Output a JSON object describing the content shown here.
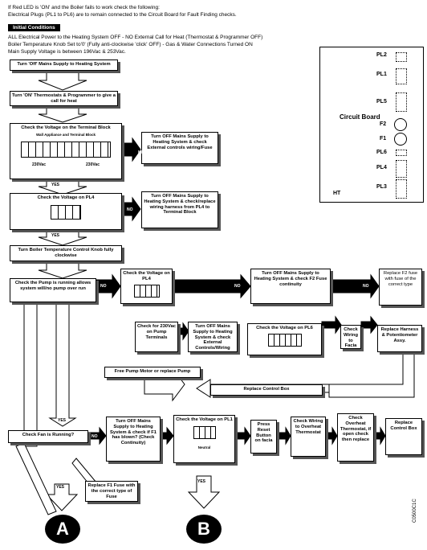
{
  "intro": {
    "line1": "If Red LED is 'ON' and the Boiler fails to work check the following:",
    "line2": "Electrical Plugs (PL1 to PL6) are to remain connected to the Circuit Board for Fault Finding checks.",
    "conditions_title": "Initial Conditions",
    "cond1": "ALL Electrical Power to the Heating System OFF - NO External Call for Heat (Thermostat & Programmer OFF)",
    "cond2": "Boiler Temperature Knob Set to'0' (Fully anti-clockwise 'click' OFF) - Gas & Water Connections Turned ON",
    "cond3": "Main Supply Voltage is between 196Vac & 253Vac."
  },
  "boxes": {
    "b1": "Turn 'Off' Mains Supply to Heating System",
    "b2": "Turn 'ON' Thermostats & Programmer to give a call for heat",
    "b3": "Check the Voltage on the Terminal Block",
    "b3_sub": "Wall Appliance and Terminal Block",
    "b4": "Turn OFF Mains Supply to Heating System & check External controls wiring/Fuse",
    "b5": "Check the Voltage on PL4",
    "b6": "Turn OFF Mains Supply to Heating System & check/replace wiring harness from PL4 to Terminal Block",
    "b7": "Turn Boiler Temperature Control Knob fully clockwise",
    "b8": "Check the Pump is running allows system will/no pump over run",
    "b9": "Check the Voltage on PL4",
    "b10": "Turn OFF Mains Supply to Heating System & check F2 Fuse continuity",
    "b11": "Replace F2 fuse with fuse of the correct type",
    "b12": "Check for 230Vac on Pump Terminals",
    "b13": "Turn OFF Mains Supply to Heating System & check External Controls/Wiring",
    "b14": "Check the Voltage on PL6",
    "b15": "Check Wiring to Facia Assy.",
    "b16": "Replace Harness & Potentiometer Assy.",
    "b17": "Free Pump Motor or replace Pump",
    "b18": "Replace Control Box",
    "b19": "Check Fan is Running?",
    "b20": "Turn OFF Mains Supply to Heating System & check if F1 has blown? (Check Continuity)",
    "b21": "Check the Voltage on PL1",
    "b22": "Press Reset Button on facia",
    "b23": "Check Wiring to Overheat Thermostat",
    "b24": "Check Overheat Thermostat, if open check then replace",
    "b25": "Replace Control Box",
    "b26": "Replace F1 Fuse with the correct type of Fuse"
  },
  "labels": {
    "yes": "YES",
    "no": "NO",
    "v230": "230Vac",
    "neutral": "Neutral",
    "v230b": "230Vac"
  },
  "board": {
    "title": "Circuit Board",
    "pl2": "PL2",
    "pl1": "PL1",
    "pl5": "PL5",
    "f2": "F2",
    "f1": "F1",
    "pl6": "PL6",
    "pl4": "PL4",
    "pl3": "PL3",
    "ht": "HT"
  },
  "connectors": {
    "a": "A",
    "b": "B"
  },
  "doc_code": "C0500C1C"
}
